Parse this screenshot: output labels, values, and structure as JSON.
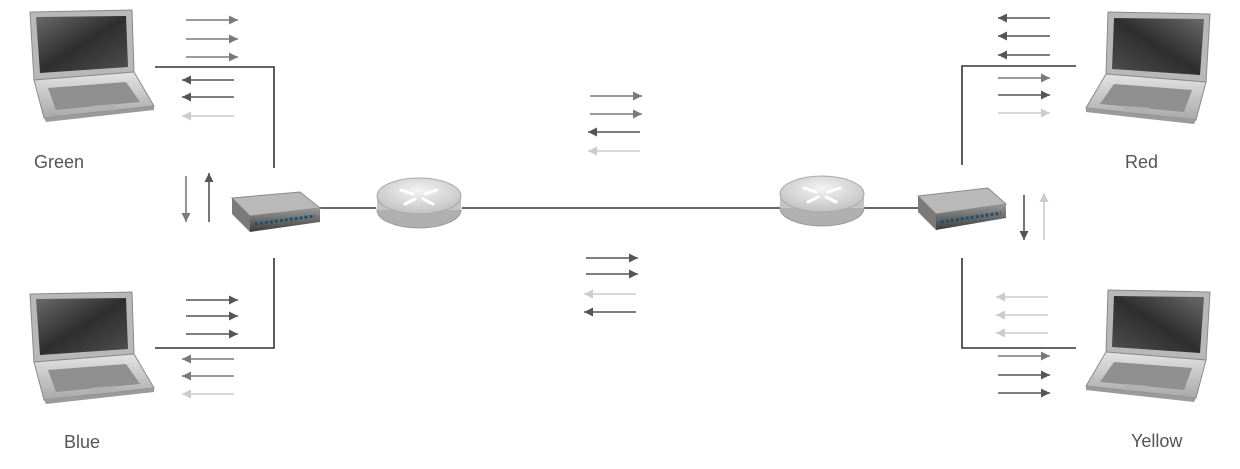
{
  "hosts": [
    {
      "name": "Green"
    },
    {
      "name": "Blue"
    },
    {
      "name": "Red"
    },
    {
      "name": "Yellow"
    }
  ],
  "colors": {
    "wire": "#333333",
    "arrow_dark": "#555555",
    "arrow_mid": "#7a7a7a",
    "arrow_light": "#cccccc",
    "laptop_body": "#c9c9c9",
    "laptop_screen": "#3c3c3c",
    "router_fill": "#e2e2e2",
    "switch_fill": "#5f5f5f"
  },
  "icons": {
    "laptop": "laptop-icon",
    "switch": "switch-icon",
    "router": "router-icon"
  }
}
